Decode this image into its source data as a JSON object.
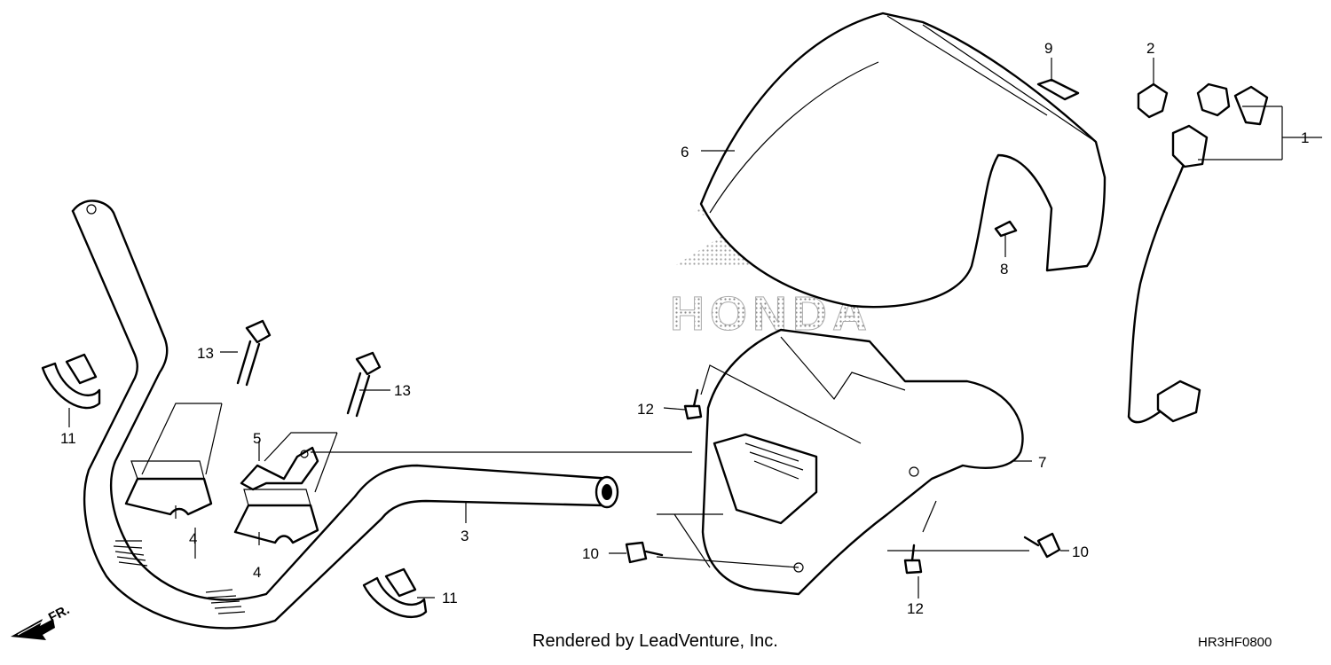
{
  "diagram": {
    "callouts": [
      "1",
      "2",
      "3",
      "4",
      "4",
      "5",
      "6",
      "7",
      "8",
      "9",
      "10",
      "10",
      "11",
      "11",
      "12",
      "12",
      "13",
      "13"
    ],
    "watermark": "HONDA",
    "direction_marker": "FR.",
    "credit": "Rendered by LeadVenture, Inc.",
    "drawing_code": "HR3HF0800"
  }
}
